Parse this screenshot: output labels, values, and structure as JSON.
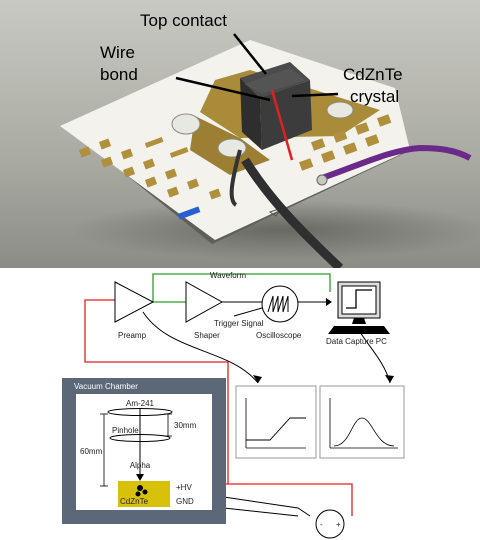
{
  "photo": {
    "labels": {
      "top_contact": "Top contact",
      "wire_bond_line1": "Wire",
      "wire_bond_line2": "bond",
      "crystal_line1": "CdZnTe",
      "crystal_line2": "crystal"
    }
  },
  "diagram": {
    "labels": {
      "waveform": "Waveform",
      "trigger_signal": "Trigger Signal",
      "preamp": "Preamp",
      "shaper": "Shaper",
      "oscilloscope": "Oscilloscope",
      "data_capture_pc": "Data Capture PC",
      "vacuum_chamber": "Vacuum Chamber",
      "source": "Am-241",
      "pinhole": "Pinhole",
      "distance_30mm": "30mm",
      "distance_60mm": "60mm",
      "alpha": "Alpha",
      "hv": "+HV",
      "gnd": "GND",
      "detector": "CdZnTe",
      "minus": "-",
      "plus": "+"
    },
    "colors": {
      "signal_red": "#e02020",
      "waveform_green": "#2aa02a",
      "chamber_wall": "#5c6878",
      "detector_yellow": "#d8c10a"
    }
  }
}
